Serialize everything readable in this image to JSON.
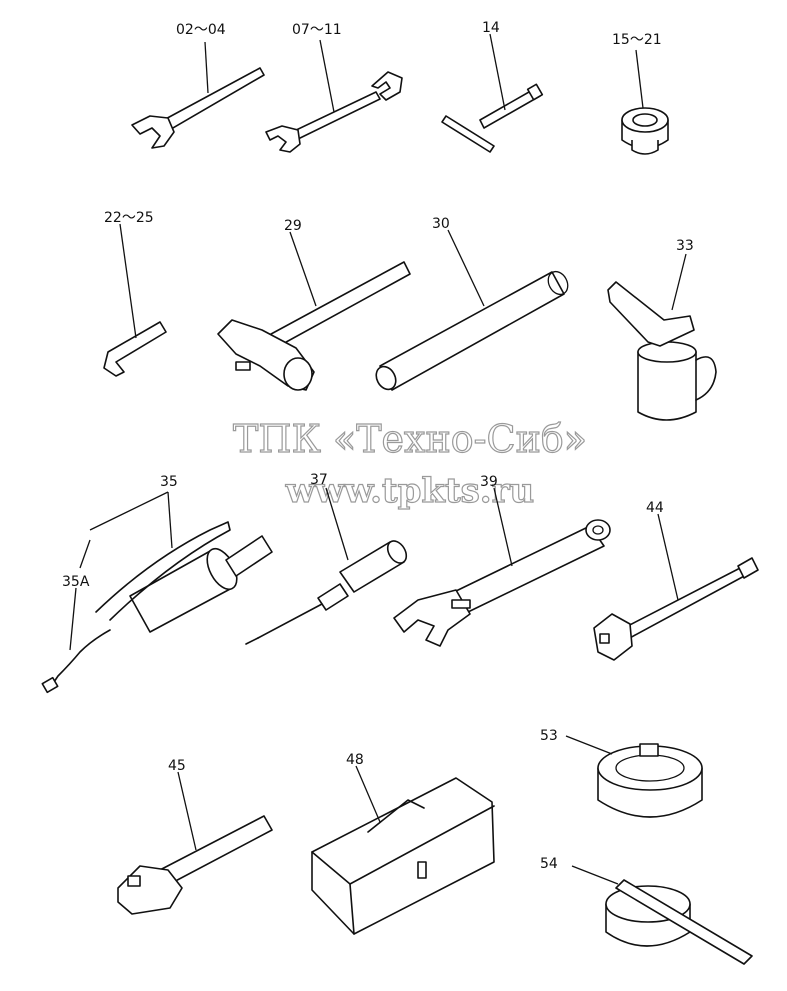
{
  "labels": {
    "l0204": "02～04",
    "l0711": "07～11",
    "l14": "14",
    "l1521": "15～21",
    "l2225": "22～25",
    "l29": "29",
    "l30": "30",
    "l33": "33",
    "l35": "35",
    "l35a": "35A",
    "l37": "37",
    "l39": "39",
    "l44": "44",
    "l45": "45",
    "l48": "48",
    "l53": "53",
    "l54": "54"
  },
  "watermark": {
    "company": "ТПК «Техно-Сиб»",
    "site": "www.tpkts.ru"
  }
}
